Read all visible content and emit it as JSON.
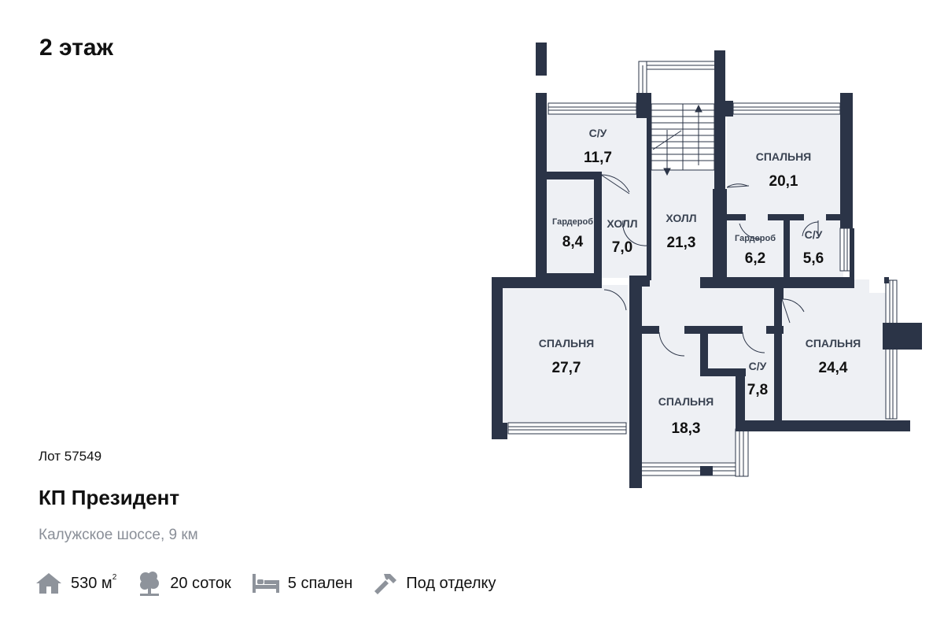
{
  "floor_title": "2 этаж",
  "lot": "Лот 57549",
  "project_name": "КП Президент",
  "address": "Калужское шоссе, 9 км",
  "features": {
    "area_value": "530 м",
    "area_sup": "2",
    "plot": "20 соток",
    "bedrooms": "5 спален",
    "finish": "Под отделку"
  },
  "icons": {
    "area": "house-icon",
    "plot": "tree-icon",
    "bedrooms": "bed-icon",
    "finish": "hammer-icon"
  },
  "colors": {
    "wall": "#2b3447",
    "room_fill": "#eef0f4",
    "icon": "#8e939b"
  },
  "rooms": [
    {
      "id": "su1",
      "label": "С/У",
      "area": "11,7"
    },
    {
      "id": "bed1",
      "label": "СПАЛЬНЯ",
      "area": "20,1"
    },
    {
      "id": "gard1",
      "label": "Гардероб",
      "area": "8,4"
    },
    {
      "id": "hall1",
      "label": "ХОЛЛ",
      "area": "7,0"
    },
    {
      "id": "hall2",
      "label": "ХОЛЛ",
      "area": "21,3"
    },
    {
      "id": "gard2",
      "label": "Гардероб",
      "area": "6,2"
    },
    {
      "id": "su2",
      "label": "С/У",
      "area": "5,6"
    },
    {
      "id": "bed2",
      "label": "СПАЛЬНЯ",
      "area": "27,7"
    },
    {
      "id": "bed3",
      "label": "СПАЛЬНЯ",
      "area": "24,4"
    },
    {
      "id": "su3",
      "label": "С/У",
      "area": "7,8"
    },
    {
      "id": "bed4",
      "label": "СПАЛЬНЯ",
      "area": "18,3"
    }
  ]
}
